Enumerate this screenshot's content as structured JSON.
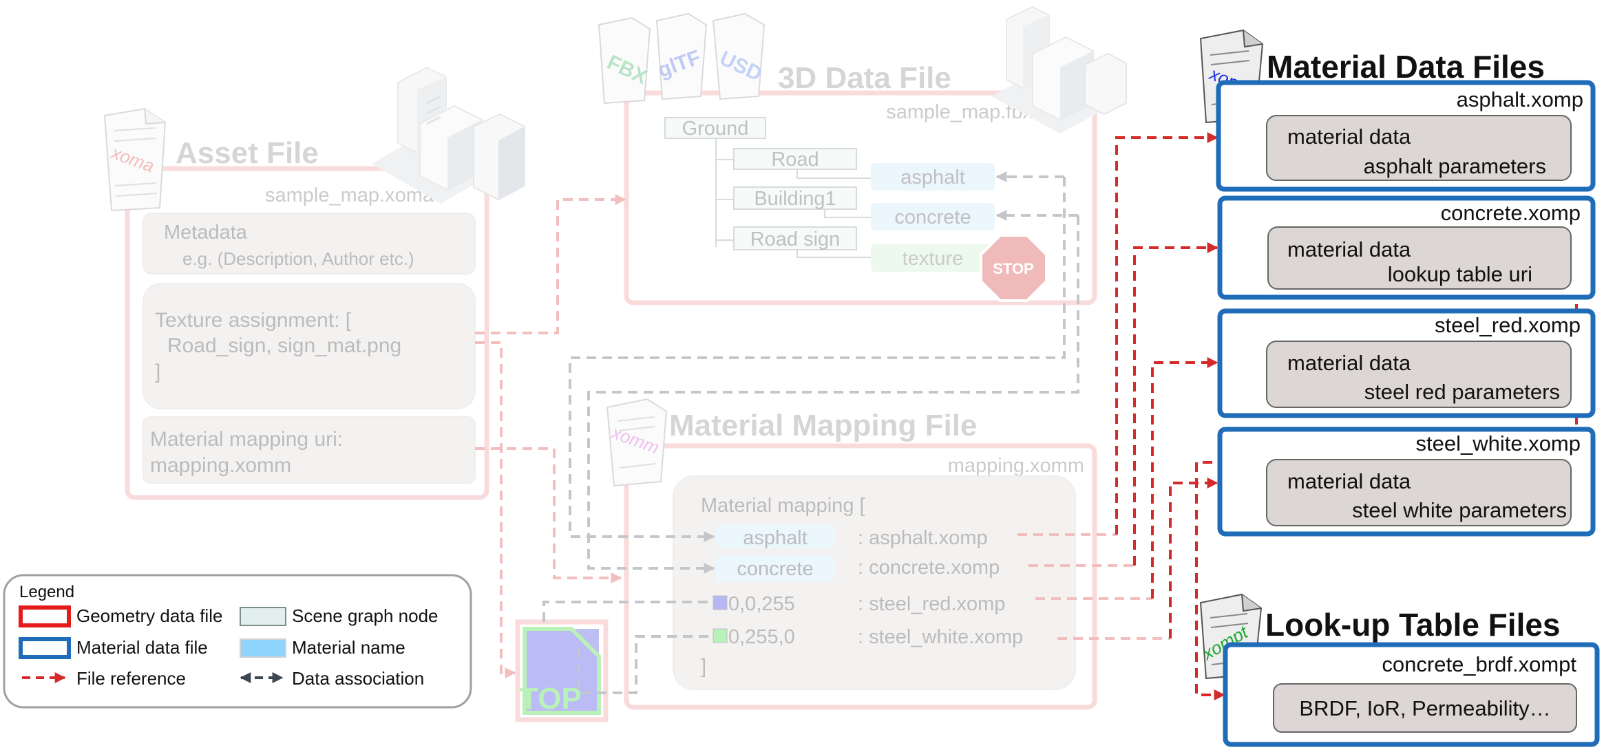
{
  "asset_file": {
    "icon_label": "xoma",
    "title": "Asset File",
    "filename": "sample_map.xoma",
    "metadata": {
      "title": "Metadata",
      "example": "e.g. (Description, Author etc.)"
    },
    "texture_assignment": {
      "line1": "Texture assignment: [",
      "line2": "Road_sign, sign_mat.png",
      "line3": "]"
    },
    "material_mapping": {
      "line1": "Material mapping uri:",
      "line2": "mapping.xomm"
    }
  },
  "data_file": {
    "format_icons": [
      "FBX",
      "glTF",
      "USD"
    ],
    "title": "3D Data File",
    "filename": "sample_map.fbx",
    "scene_nodes": [
      "Ground",
      "Road",
      "Building1",
      "Road sign"
    ],
    "materials": [
      "asphalt",
      "concrete",
      "texture"
    ],
    "stop_sign_text": "STOP"
  },
  "mapping_file": {
    "icon_label": "xomm",
    "title": "Material Mapping File",
    "filename": "mapping.xomm",
    "open": "Material mapping [",
    "close": "]",
    "rows": [
      {
        "key": "asphalt",
        "target": ": asphalt.xomp"
      },
      {
        "key": "concrete",
        "target": ": concrete.xomp"
      },
      {
        "key": "0,0,255",
        "target": ": steel_red.xomp",
        "swatch": "#9a9cf5"
      },
      {
        "key": "0,255,0",
        "target": ": steel_white.xomp",
        "swatch": "#a8e8a0"
      }
    ],
    "stop_texture_text": "TOP"
  },
  "material_files": {
    "icon_label": "xomp",
    "title": "Material Data Files",
    "files": [
      {
        "name": "asphalt.xomp",
        "line1": "material data",
        "line2": "asphalt parameters"
      },
      {
        "name": "concrete.xomp",
        "line1": "material data",
        "line2": "lookup table uri"
      },
      {
        "name": "steel_red.xomp",
        "line1": "material data",
        "line2": "steel red parameters"
      },
      {
        "name": "steel_white.xomp",
        "line1": "material data",
        "line2": "steel white parameters"
      }
    ]
  },
  "lookup_files": {
    "icon_label": "xompt",
    "title": "Look-up Table Files",
    "files": [
      {
        "name": "concrete_brdf.xompt",
        "content": "BRDF, IoR, Permeability…"
      }
    ]
  },
  "legend": {
    "title": "Legend",
    "items": [
      {
        "label": "Geometry data file"
      },
      {
        "label": "Scene graph node"
      },
      {
        "label": "Material data file"
      },
      {
        "label": "Material name"
      },
      {
        "label": "File reference"
      },
      {
        "label": "Data association"
      }
    ]
  },
  "colors": {
    "geometry_border": "#f08a8a",
    "material_border": "#1f6cb8",
    "file_reference": "#d62a2a",
    "scene_node_fill": "#e2efed",
    "material_name_fill": "#bfe4fb",
    "content_box_fill": "#dcd6d4"
  }
}
